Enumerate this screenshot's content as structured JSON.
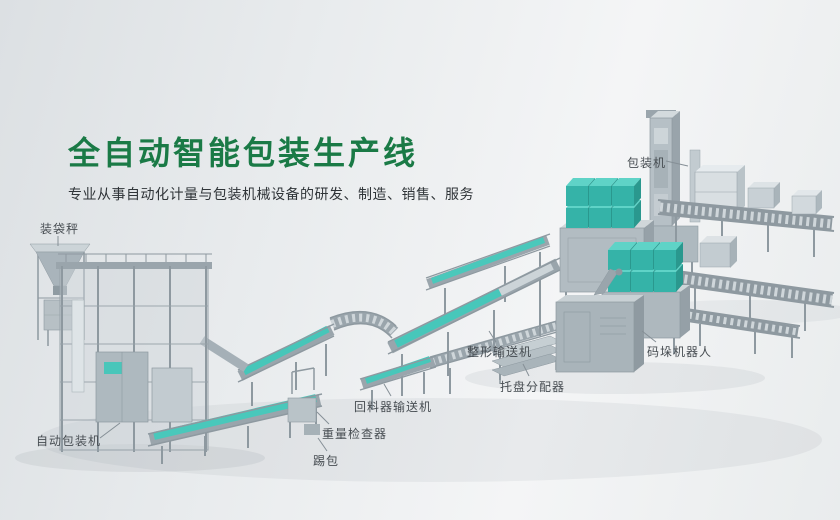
{
  "hero": {
    "title": "全自动智能包装生产线",
    "subtitle": "专业从事自动化计量与包装机械设备的研发、制造、销售、服务"
  },
  "labels": [
    {
      "id": "bagging-scale",
      "text": "装袋秤"
    },
    {
      "id": "packaging-machine",
      "text": "包装机"
    },
    {
      "id": "auto-packaging-machine",
      "text": "自动包装机"
    },
    {
      "id": "kick-bag",
      "text": "踢包"
    },
    {
      "id": "weight-checker",
      "text": "重量检查器"
    },
    {
      "id": "return-feeder-conveyor",
      "text": "回料器输送机"
    },
    {
      "id": "shaping-conveyor",
      "text": "整形输送机"
    },
    {
      "id": "pallet-dispenser",
      "text": "托盘分配器"
    },
    {
      "id": "palletizing-robot",
      "text": "码垛机器人"
    }
  ],
  "colors": {
    "title_green": "#1a7a46",
    "conveyor_teal": "#47c7ba",
    "box_teal_top": "#5fd3c7",
    "box_teal_front": "#35b3a8",
    "machine_gray": "#aab4ba",
    "frame_gray": "#8e99a0",
    "background": "#e9eced"
  }
}
